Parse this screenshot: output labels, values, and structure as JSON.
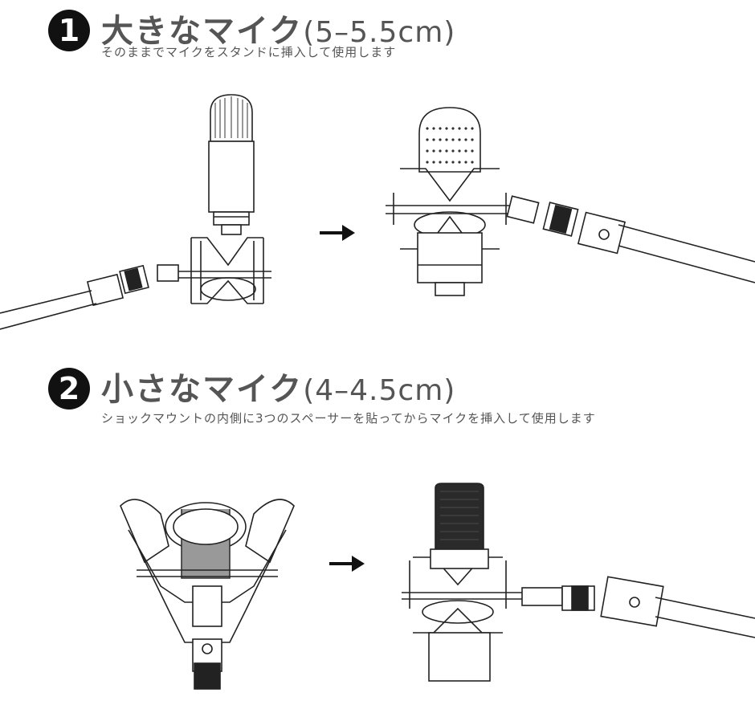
{
  "sections": [
    {
      "number": "1",
      "title": "大きなマイク",
      "size": "(5–5.5cm)",
      "description": "そのままでマイクをスタンドに挿入して使用します"
    },
    {
      "number": "2",
      "title": "小さなマイク",
      "size": "(4–4.5cm)",
      "description": "ショックマウントの内側に3つのスペーサーを貼ってからマイクを挿入して使用します"
    }
  ],
  "icons": [
    "circled-number-icon",
    "arrow-right-icon",
    "microphone-illustration",
    "shock-mount-illustration",
    "mic-stand-boom-illustration"
  ]
}
